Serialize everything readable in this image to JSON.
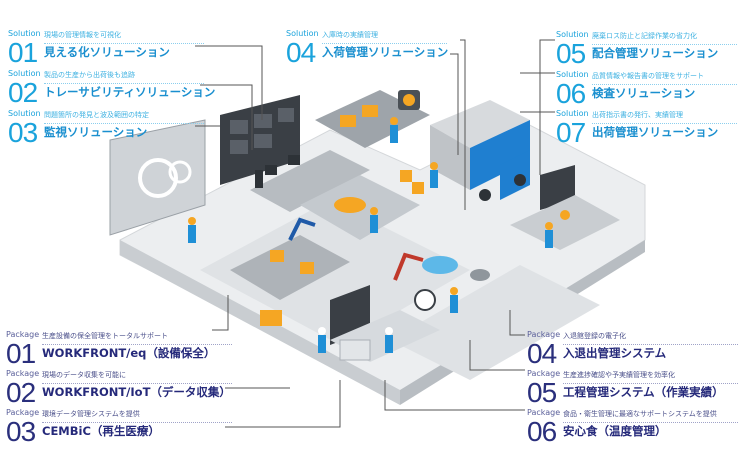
{
  "solutions": [
    {
      "kind": "Solution",
      "num": "01",
      "desc": "現場の管理情報を可視化",
      "name": "見える化ソリューション"
    },
    {
      "kind": "Solution",
      "num": "02",
      "desc": "製品の生産から出荷後も追跡",
      "name": "トレーサビリティソリューション"
    },
    {
      "kind": "Solution",
      "num": "03",
      "desc": "問題箇所の発見と波及範囲の特定",
      "name": "監視ソリューション"
    },
    {
      "kind": "Solution",
      "num": "04",
      "desc": "入庫時の実績管理",
      "name": "入荷管理ソリューション"
    },
    {
      "kind": "Solution",
      "num": "05",
      "desc": "廃棄ロス防止と記録作業の省力化",
      "name": "配合管理ソリューション"
    },
    {
      "kind": "Solution",
      "num": "06",
      "desc": "品質情報や報告書の管理をサポート",
      "name": "検査ソリューション"
    },
    {
      "kind": "Solution",
      "num": "07",
      "desc": "出荷指示書の発行、実績管理",
      "name": "出荷管理ソリューション"
    }
  ],
  "packages": [
    {
      "kind": "Package",
      "num": "01",
      "desc": "生産設備の保全管理をトータルサポート",
      "name": "WORKFRONT/eq（設備保全）"
    },
    {
      "kind": "Package",
      "num": "02",
      "desc": "現場のデータ収集を可能に",
      "name": "WORKFRONT/IoT（データ収集）"
    },
    {
      "kind": "Package",
      "num": "03",
      "desc": "環境データ管理システムを提供",
      "name": "CEMBiC（再生医療）"
    },
    {
      "kind": "Package",
      "num": "04",
      "desc": "入退館登録の電子化",
      "name": "入退出管理システム"
    },
    {
      "kind": "Package",
      "num": "05",
      "desc": "生産進捗確認や予実績管理を効率化",
      "name": "工程管理システム（作業実績）"
    },
    {
      "kind": "Package",
      "num": "06",
      "desc": "食品・衛生管理に最適なサポートシステムを提供",
      "name": "安心食（温度管理）"
    }
  ],
  "colors": {
    "solution": "#1aa3dc",
    "package": "#2a2f7c",
    "floor": "#e6e8ea",
    "truck": "#1f7fd0"
  }
}
